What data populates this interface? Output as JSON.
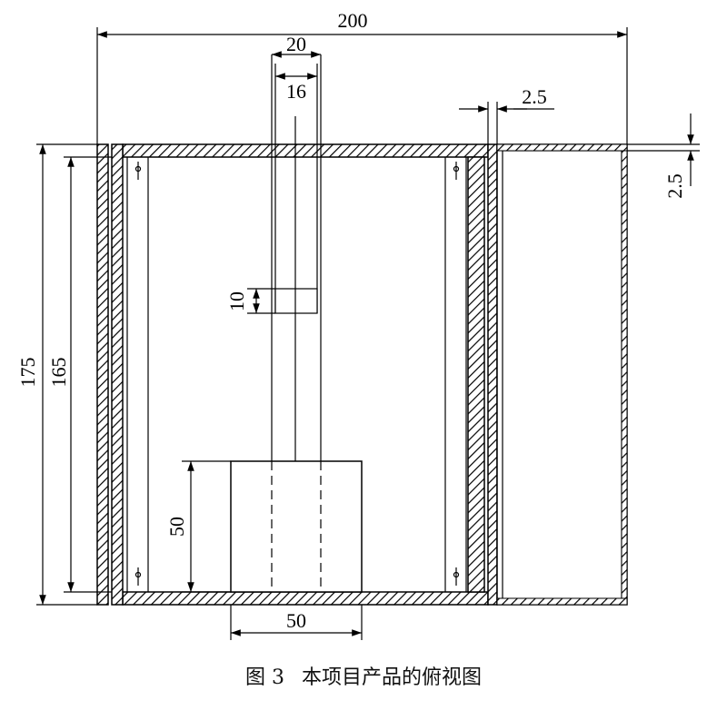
{
  "dimensions": {
    "overall_width": "200",
    "slot_outer": "20",
    "slot_inner": "16",
    "wall_thickness_top": "2.5",
    "wall_thickness_side": "2.5",
    "outer_height": "175",
    "inner_height": "165",
    "small_block": "10",
    "block_height": "50",
    "block_width": "50"
  },
  "caption": {
    "figure_label": "图 3",
    "title": "本项目产品的俯视图"
  }
}
